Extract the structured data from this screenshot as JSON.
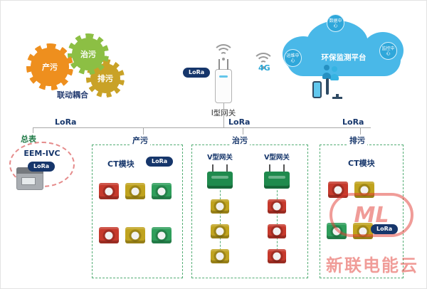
{
  "labels": {
    "lora": "LoRa"
  },
  "gears": {
    "gear1": "产污",
    "gear2": "治污",
    "gear3": "排污",
    "caption": "联动耦合"
  },
  "gateway": {
    "label": "I型网关",
    "network": "4G"
  },
  "cloud": {
    "title": "环保监测平台",
    "nodes": [
      "数据中心",
      "运维中心",
      "监控中心"
    ]
  },
  "meter": {
    "label": "总表",
    "model": "EEM-IVC"
  },
  "sections": {
    "chanwu": {
      "title": "产污",
      "module_label": "CT模块",
      "rows": [
        [
          "red",
          "yellow",
          "green"
        ],
        [
          "red",
          "yellow",
          "green"
        ]
      ]
    },
    "zhiwu": {
      "title": "治污",
      "columns": [
        {
          "gateway_label": "V型网关",
          "modules": [
            "yellow",
            "yellow",
            "yellow"
          ]
        },
        {
          "gateway_label": "V型网关",
          "modules": [
            "red",
            "red",
            "red"
          ]
        }
      ]
    },
    "paiwu": {
      "title": "排污",
      "module_label": "CT模块",
      "rows": [
        [
          "red",
          "yellow"
        ],
        [
          "green",
          "yellow"
        ]
      ]
    }
  },
  "watermark": {
    "logo": "ML",
    "brand": "新联电能云"
  },
  "colors": {
    "red": "#c6392c",
    "yellow": "#c0a31e",
    "green": "#2e9e5b",
    "gateway_green": "#1f8a4d",
    "cloud_blue": "#49b8e8",
    "badge_navy": "#16366b",
    "zone_dashed_green": "#53ad74",
    "meter_dashed_red": "#e58b8b",
    "watermark_red": "#e23b33",
    "gear_orange": "#ee8f1e",
    "gear_green": "#8cbf44",
    "gear_yellow": "#c9a227"
  }
}
